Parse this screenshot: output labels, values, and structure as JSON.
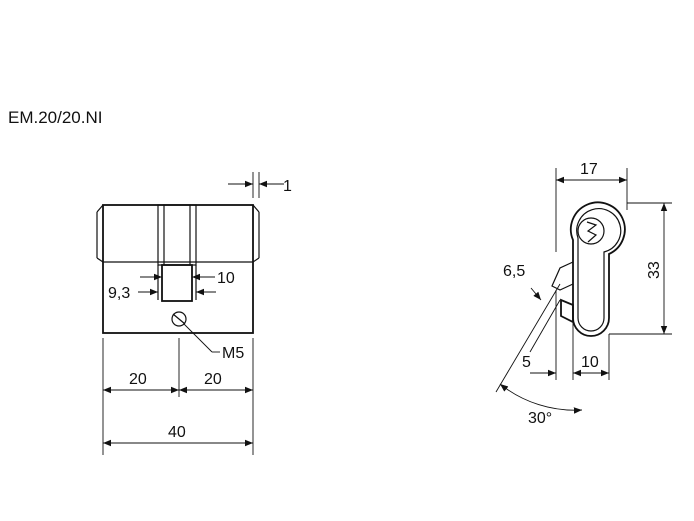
{
  "title": "EM.20/20.NI",
  "side_view": {
    "dim_cam_offset": "1",
    "dim_cam_width_inner": "10",
    "dim_cam_width_outer": "9,3",
    "dim_screw": "M5",
    "dim_left": "20",
    "dim_right": "20",
    "dim_total": "40"
  },
  "front_view": {
    "dim_width": "17",
    "dim_height": "33",
    "dim_cam_thickness": "6,5",
    "dim_offset": "5",
    "dim_profile": "10",
    "dim_angle": "30°"
  }
}
